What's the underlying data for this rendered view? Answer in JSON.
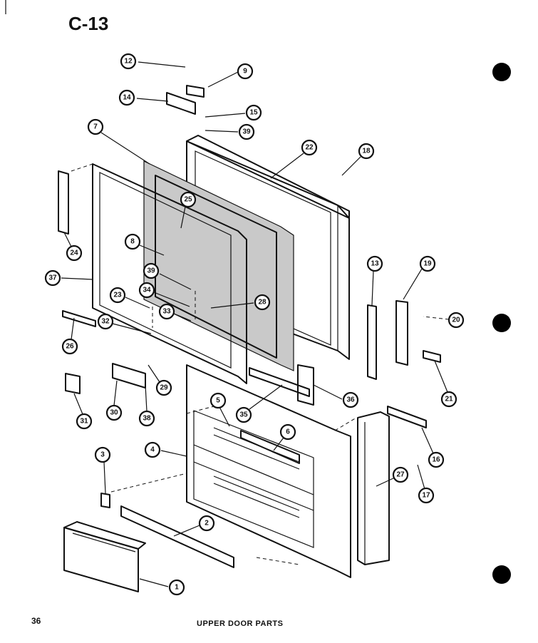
{
  "page": {
    "title": "C-13",
    "number": "36",
    "caption": "UPPER DOOR PARTS"
  },
  "callouts": [
    "12",
    "9",
    "14",
    "15",
    "39",
    "7",
    "22",
    "18",
    "25",
    "24",
    "8",
    "37",
    "39",
    "34",
    "13",
    "19",
    "23",
    "33",
    "28",
    "20",
    "26",
    "32",
    "29",
    "31",
    "30",
    "38",
    "5",
    "6",
    "36",
    "35",
    "21",
    "4",
    "16",
    "3",
    "27",
    "17",
    "2",
    "1"
  ]
}
